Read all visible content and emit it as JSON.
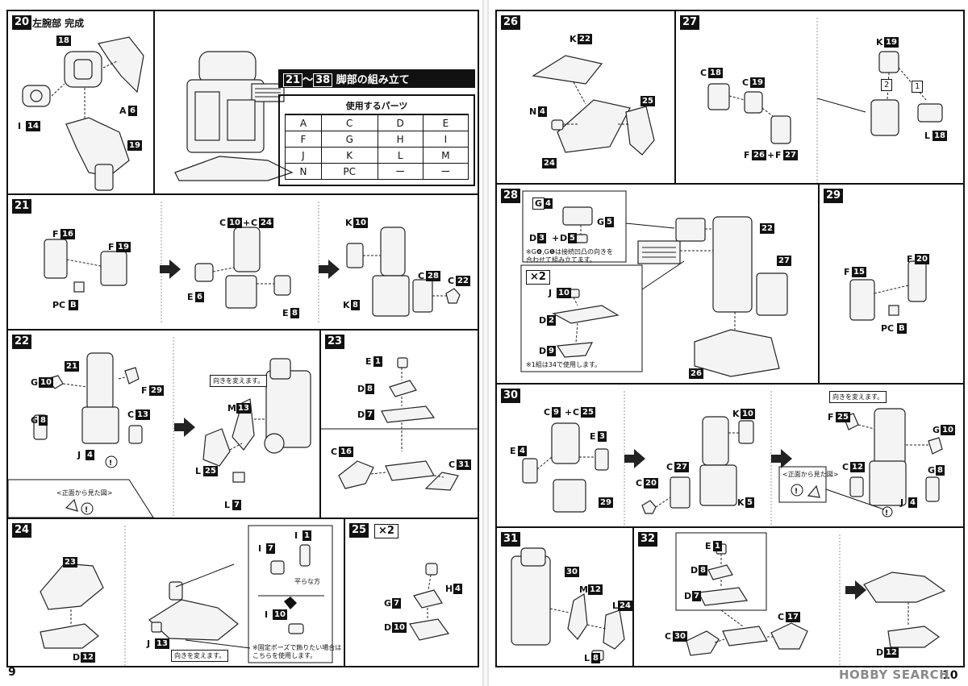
{
  "left_page": {
    "page_number": "9",
    "step20": {
      "num": "20",
      "title": "左腕部 完成",
      "labels": [
        "18",
        "A",
        "I",
        "19"
      ],
      "refs": [
        "6",
        "14"
      ]
    },
    "parts_table": {
      "header_from": "21",
      "header_sep": "〜",
      "header_to": "38",
      "header_text": "脚部の組み立て",
      "subtitle": "使用するパーツ",
      "rows": [
        [
          "A",
          "C",
          "D",
          "E"
        ],
        [
          "F",
          "G",
          "H",
          "I"
        ],
        [
          "J",
          "K",
          "L",
          "M"
        ],
        [
          "N",
          "PC",
          "ー",
          "ー"
        ]
      ]
    },
    "step21": {
      "num": "21",
      "labels": {
        "f16": "F",
        "f19": "F",
        "pcb": "PC",
        "c10c24": "C",
        "plus": "+",
        "e6": "E",
        "e8": "E",
        "k10": "K",
        "k8": "K",
        "c28": "C",
        "c22": "C"
      },
      "refs": {
        "r16": "16",
        "r19": "19",
        "rb": "B",
        "r10": "10",
        "r24": "24",
        "r6": "6",
        "r8": "8",
        "rk10": "10",
        "rk8": "8",
        "r28": "28",
        "r22": "22"
      }
    },
    "step22": {
      "num": "22",
      "labels": {
        "s21": "21",
        "g10": "G",
        "f29": "F",
        "g8": "G",
        "c13": "C",
        "j4": "J",
        "m13": "M",
        "l25": "L",
        "l7": "L"
      },
      "refs": {
        "r10": "10",
        "r29": "29",
        "r8": "8",
        "r13": "13",
        "r4": "4",
        "rm13": "13",
        "r25": "25",
        "r7": "7"
      },
      "front_view": "<正面から見た図>",
      "turn_note": "向きを変えます。"
    },
    "step23": {
      "num": "23",
      "labels": {
        "e1": "E",
        "d8": "D",
        "d7": "D",
        "c16": "C",
        "c31": "C"
      },
      "refs": {
        "r1": "1",
        "r8": "8",
        "r7": "7",
        "r16": "16",
        "r31": "31"
      }
    },
    "step24": {
      "num": "24",
      "labels": {
        "s23": "23",
        "d12": "D",
        "j13": "J",
        "i7": "I",
        "i1": "I",
        "i10": "I"
      },
      "refs": {
        "r12": "12",
        "r13": "13",
        "r7": "7",
        "r1": "1",
        "r10": "10"
      },
      "flat_side": "平らな方",
      "turn_note": "向きを変えます。",
      "fixed_note_1": "※固定ポーズで飾りたい場合は",
      "fixed_note_2": "こちらを使用します。"
    },
    "step25": {
      "num": "25",
      "times": "×2",
      "labels": {
        "h4": "H",
        "g7": "G",
        "d10": "D"
      },
      "refs": {
        "r4": "4",
        "r7": "7",
        "r10": "10"
      }
    }
  },
  "right_page": {
    "page_number": "10",
    "step26": {
      "num": "26",
      "labels": {
        "k22": "K",
        "n4": "N",
        "s25": "25",
        "s24": "24"
      },
      "refs": {
        "r22": "22",
        "r4": "4"
      }
    },
    "step27": {
      "num": "27",
      "labels": {
        "c18": "C",
        "c19": "C",
        "f26f27": "F",
        "plus": "+",
        "k19": "K",
        "l18": "L",
        "o1": "1",
        "o2": "2"
      },
      "refs": {
        "r18": "18",
        "r19": "19",
        "r26": "26",
        "r27": "27",
        "rk19": "19",
        "rl18": "18"
      }
    },
    "step28": {
      "num": "28",
      "labels": {
        "g4": "G",
        "g5": "G",
        "d3d5": "D",
        "plus": "+",
        "s22": "22",
        "s27": "27",
        "s26": "26",
        "j10": "J",
        "d2": "D",
        "d9": "D"
      },
      "refs": {
        "r4": "4",
        "r5": "5",
        "r3": "3",
        "rd5": "5",
        "r10": "10",
        "r2": "2",
        "r9": "9"
      },
      "note1": "※G❹,G❺は接続凹凸の向きを",
      "note2": "合わせて組み立てます。",
      "times": "×2",
      "footnote": "※1組は34で使用します。"
    },
    "step29": {
      "num": "29",
      "labels": {
        "f15": "F",
        "f20": "F",
        "pcb": "PC"
      },
      "refs": {
        "r15": "15",
        "r20": "20",
        "rb": "B"
      }
    },
    "step30": {
      "num": "30",
      "labels": {
        "c9c25": "C",
        "plus": "+",
        "e4": "E",
        "e3": "E",
        "s29": "29",
        "k10": "K",
        "c27": "C",
        "c20": "C",
        "k5": "K",
        "f25": "F",
        "g10": "G",
        "c12": "C",
        "g8": "G",
        "j4": "J"
      },
      "refs": {
        "r9": "9",
        "r25": "25",
        "r4": "4",
        "r3": "3",
        "rk10": "10",
        "r27": "27",
        "r20": "20",
        "r5": "5",
        "rf25": "25",
        "rg10": "10",
        "r12": "12",
        "rg8": "8",
        "rj4": "4"
      },
      "turn_note": "向きを変えます。",
      "front_view": "<正面から見た図>"
    },
    "step31": {
      "num": "31",
      "labels": {
        "s30": "30",
        "m12": "M",
        "l24": "L",
        "l8": "L"
      },
      "refs": {
        "r12": "12",
        "r24": "24",
        "r8": "8"
      }
    },
    "step32": {
      "num": "32",
      "labels": {
        "e1": "E",
        "d8": "D",
        "d7": "D",
        "c30": "C",
        "c17": "C",
        "d12": "D"
      },
      "refs": {
        "r1": "1",
        "r8": "8",
        "r7": "7",
        "r30": "30",
        "r17": "17",
        "r12": "12"
      }
    }
  },
  "watermark": "HOBBY SEARCH"
}
